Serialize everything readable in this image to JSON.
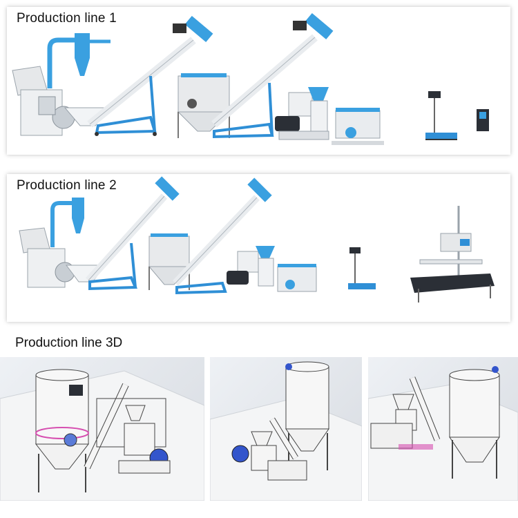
{
  "panels": [
    {
      "title": "Production line 1"
    },
    {
      "title": "Production line 2"
    }
  ],
  "section_3d": {
    "title": "Production line 3D"
  },
  "colors": {
    "frame_blue": "#2f8fd6",
    "pipe_blue": "#3aa0e0",
    "machine_grey": "#d9dde2",
    "machine_dark": "#2b2f36",
    "accent_pink": "#d64fb0"
  }
}
